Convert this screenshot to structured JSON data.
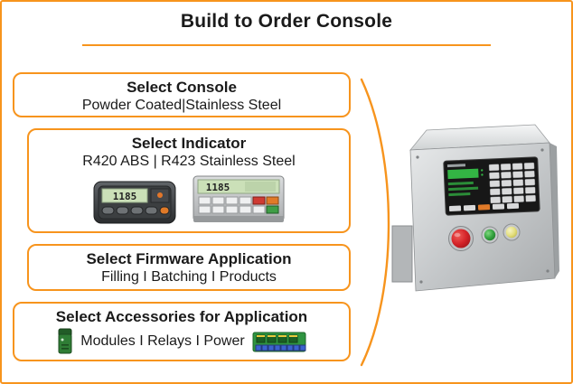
{
  "page": {
    "title": "Build to Order Console"
  },
  "steps": [
    {
      "title": "Select Console",
      "subtitle": "Powder Coated|Stainless Steel"
    },
    {
      "title": "Select Indicator",
      "subtitle": "R420 ABS | R423 Stainless Steel"
    },
    {
      "title": "Select Firmware Application",
      "subtitle": "Filling I Batching I Products"
    },
    {
      "title": "Select Accessories for Application",
      "subtitle": "Modules I Relays I Power"
    }
  ],
  "indicators": {
    "r420_display": "1185",
    "r423_display": "1185"
  },
  "colors": {
    "accent": "#F7941D",
    "lcd_green": "#CBE0B8",
    "led_green": "#33B544"
  },
  "icons": {
    "r420_image": "r420-abs-indicator",
    "r423_image": "r423-stainless-indicator",
    "module_icon": "green-io-module",
    "relay_board_icon": "relay-power-board",
    "console_photo": "stainless-console-product"
  }
}
